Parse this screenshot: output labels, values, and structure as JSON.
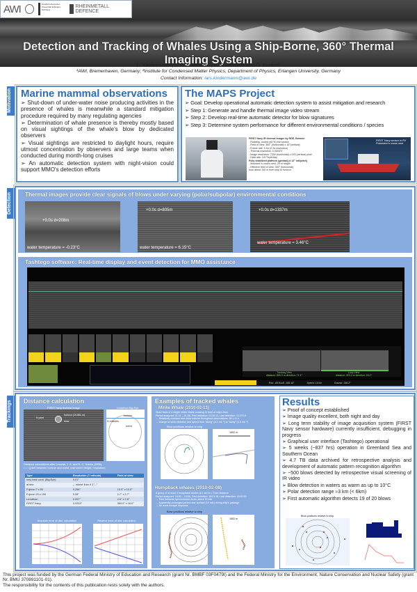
{
  "header": {
    "logos": [
      "AWI",
      "Friedrich-Alexander-Universität Erlangen-Nürnberg",
      "RHEINMETALL DEFENCE"
    ],
    "title": "Detection and Tracking of Whales Using a Ship-Borne, 360° Thermal Imaging System",
    "authors": "L. Kindermann¹, D.P. Zitterbart¹·², E. Burkhardt¹ and O. Boebel¹",
    "affiliations": "¹AWI, Bremerhaven, Germany;  ²Institute for Condensed Matter Physics, Department of Physics, Erlangen University, Germany",
    "contact_label": "Contact Information:",
    "contact_email": "lars.kindermann@awi.de"
  },
  "sections": {
    "motivation": "Motivation",
    "detection": "Detection",
    "trackings": "Trackings"
  },
  "marine": {
    "title": "Marine mammal observations",
    "bullets": [
      "➢ Shut-down of under-water noise producing activities in the presence of whales is meanwhile a standard mitigation procedure required by many regulating agencies",
      "➢ Determination of whale presence is thereby mostly based on visual sightings of the whale's blow by dedicated observers",
      "➢ Visual sightings are restricted to daylight hours, require utmost concentration by observers and large teams when conducted during month-long cruises",
      "➢ An automatic detection system with night-vision could support MMO's detection efforts"
    ]
  },
  "maps": {
    "title": "The MAPS Project",
    "bullets": [
      "➢ Goal: Develop operational automatic detection system to assist mitigation and research",
      "➢ Step 1: Generate and handle thermal image video stream",
      "➢ Step 2: Develop real-time automatic detector for blow signatures",
      "➢ Step 3: Determine system performance for different environmental conditions / species"
    ],
    "specs": [
      "FIRST Navy IR thermal imager by RDE, Bremen",
      "- Rotating, cooled (80°K) line sensor",
      "- Field of view: 360° (horizontal) x 18°(vertical)",
      "- Frame rate: 5 Hz (0.2s resolution)",
      "- Thermal resolution: 0.0004°K",
      "- Image resolution: 7200 (horizontal) x 576 (vertical) pixel",
      "- Data rate: 3.5 Tbyte/day",
      "Fully stabilized platform (gimbal) (± 12° roll/pitch)",
      "- Mounted in crow's nest, 29 m height",
      "- Effective field of view: 300° (horizontal)",
      "  from about 100 m from ship to horizon"
    ],
    "ship_caption": "FIRST Navy sensor in RV Polarstern's crows nest"
  },
  "detection": {
    "title": "Thermal images provide clear signals of blows under varying (polar/subpolar) environmental conditions",
    "images": [
      {
        "blow": "+0.0s d=208m",
        "temp": "water temperature = -0.23°C"
      },
      {
        "blow": "+0.0s d=805m",
        "temp": "water temperature = 6.15°C"
      },
      {
        "blow": "+0.0s d=1337m",
        "temp": "water temperature = 3.46°C"
      }
    ]
  },
  "tashtego": {
    "title": "Tashtego software: Real-time display and event detection for MMO assistance",
    "tracking_view": "Tracking View",
    "tracking_info": "distance: 805.3 m direction: 71.1°",
    "loop_view": "Loop View",
    "loop_info": "distance: 323.4 m direction: 63.2°",
    "pos": "Pos: -65.51oS -155.16°",
    "speed": "Speed: 2.6 kn",
    "course": "Course: 158.2°",
    "accent": "#f2d21b"
  },
  "distance": {
    "title": "Distance calculation",
    "img1_caption": "FIRST Navy thermal image",
    "img2_caption": "Leviathan Big Eye",
    "npixel": "N pixel",
    "horizon": "horizon (19.881 m)",
    "blow": "blow",
    "horizon2": "horizon",
    "nret": "N reticules",
    "event": "event",
    "note1": "Distance calculations after Lerczak, J. A. and R. C. Hobbs (1998):",
    "note2": "r = r (pixel between horizon and event, instrument height, resolution)",
    "table": {
      "headers": [
        "Type",
        "Resolution (°/ reticule)",
        "Field of view"
      ],
      "rows": [
        [
          "very best cond. (Big Eye)",
          "0.01°",
          ""
        ],
        [
          "at sea",
          "„...worse than 0.1°...\"",
          ""
        ],
        [
          "Fujinon 7 x 50",
          "0.286°",
          "10.0° x 10.0°"
        ],
        [
          "Fujinon 25 x 150",
          "0.08°",
          "2.7° x 2.7°"
        ],
        [
          "Leviathan",
          "0.057°",
          "2.6° x 2.6°"
        ],
        [
          "FIRST Navy",
          "0.0313°",
          "360.0° x 18.0°"
        ]
      ]
    },
    "chart1_title": "Absolute error of dist. calculation",
    "chart2_title": "Relative error of dist. calculation"
  },
  "examples": {
    "title": "Examples of tracked whales",
    "minke_title": "Minke Whale (2010-02-13)",
    "minke_text": [
      "Short track of a single minke whale crossing in front of ship's bow",
      "Period analyzed: 01:31 – 01:38, First detection: 01:32:11, Last detection: 01:37:01",
      "→ Relatively constant inter-blow interval throughout observations: 36 ± 11 s",
      "→ change of swim direction and speed from \"along\" (2.2 ms⁻¹) to \"away\" (4.4 ms⁻¹)"
    ],
    "plot_title": "Blow positions relative to ship",
    "scale": "1852 m",
    "humpback_title": "Humpback whales (2010-02-08)",
    "humpback_text": [
      "A group of at least 3 humpback whales at 1 km to > 3 km distance",
      "Period analyzed: 18:00 – 18:56, First detection: 18:21:18, Last detection: 18:52:53",
      "→ Time between synchronized dives: about 10 min",
      "→ Apparently prolonged period near surface (15 min) during ship's passage",
      "→ No overt escape response"
    ]
  },
  "results": {
    "title": "Results",
    "bullets": [
      "➢ Proof of concept established",
      "➢ Image quality excellent, both night and day",
      "➢ Long term stability of image acquisition system (FIRST Navy sensor hardware) currently insufficient, debugging in progress",
      "➢ Graphical user interface (Tashtego) operational",
      "➢ 5 weeks (~837 hrs) operation in Greenland Sea and Southern Ocean",
      "➢ 4.7 TB data archived for retrospective analysis and development of automatic pattern recognition algorithm",
      "➢ ~500 blows detected by retrospective visual screening of IR video",
      "➢ Blow detection in waters as warm as up to 10°C",
      "➢ Polar detection range ≈3 km (< 6km)",
      "➢ First automatic algorithm detects 19 of 20 blows"
    ],
    "plot_title": "Blow positions relative to ship"
  },
  "footer": {
    "line1": "This project was funded by the German Federal Ministry of Education and Research (grant Nr. BMBF 03F0479I) and the Federal Ministry for the Environment, Nature Conservation and Nuclear Safety (grant Nr. BMU 370891101-01).",
    "line2": "The responsibility for the contents of this publication rests solely with the authors."
  }
}
